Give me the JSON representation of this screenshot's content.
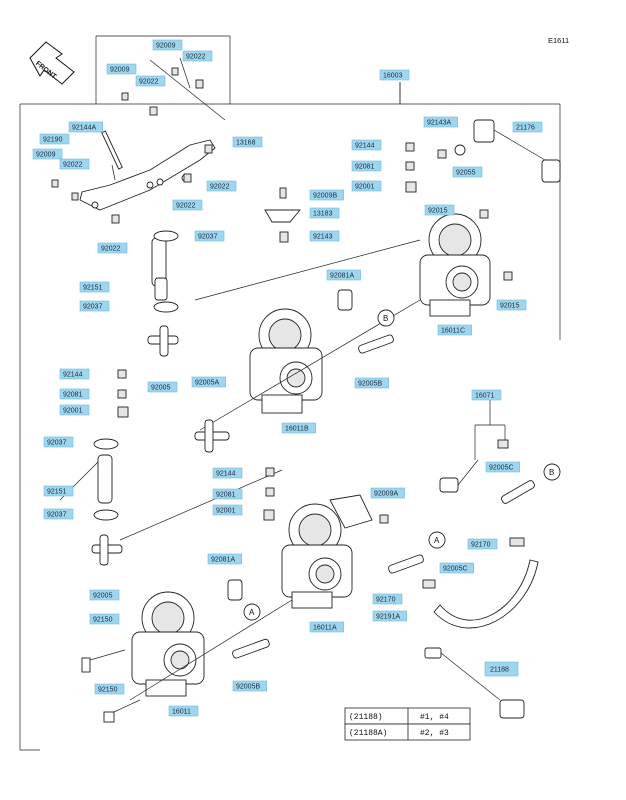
{
  "diagram_id": "E1611",
  "front_label": "FRONT",
  "labels": {
    "l01": "92009",
    "l02": "92022",
    "l03": "92009",
    "l04": "92022",
    "l05": "16003",
    "l06": "92144A",
    "l07": "92190",
    "l08": "92009",
    "l09": "92022",
    "l10": "13168",
    "l11": "92022",
    "l12": "92022",
    "l13": "92022",
    "l14": "92144",
    "l15": "92081",
    "l16": "92001",
    "l17": "92143A",
    "l18": "21176",
    "l19": "92055",
    "l20": "92009B",
    "l21": "13183",
    "l22": "92037",
    "l23": "92143",
    "l24": "92015",
    "l25": "92081A",
    "l26": "92151",
    "l27": "92037",
    "l28": "92015",
    "l29": "16011C",
    "l30": "92144",
    "l31": "92081",
    "l32": "92001",
    "l33": "92005",
    "l34": "92005A",
    "l35": "92005B",
    "l36": "16011B",
    "l37": "16071",
    "l38": "92037",
    "l39": "92005C",
    "l40": "92151",
    "l41": "92144",
    "l42": "92081",
    "l43": "92001",
    "l44": "92009A",
    "l45": "92037",
    "l46": "92170",
    "l47": "92081A",
    "l48": "92005",
    "l49": "92005C",
    "l50": "92150",
    "l51": "92170",
    "l52": "16011A",
    "l53": "92191A",
    "l54": "92005B",
    "l55": "92150",
    "l56": "16011",
    "l57": "21188"
  },
  "ref_markers": {
    "b1": "B",
    "b2": "B",
    "a1": "A",
    "a2": "A"
  },
  "legend": {
    "rows": [
      {
        "part": "(21188)",
        "note": "#1, #4"
      },
      {
        "part": "(21188A)",
        "note": "#2, #3"
      }
    ]
  },
  "colors": {
    "label_fill": "#9fd6ef",
    "label_stroke": "#6fb8dc",
    "highlight_border": "#1b3fd1"
  }
}
